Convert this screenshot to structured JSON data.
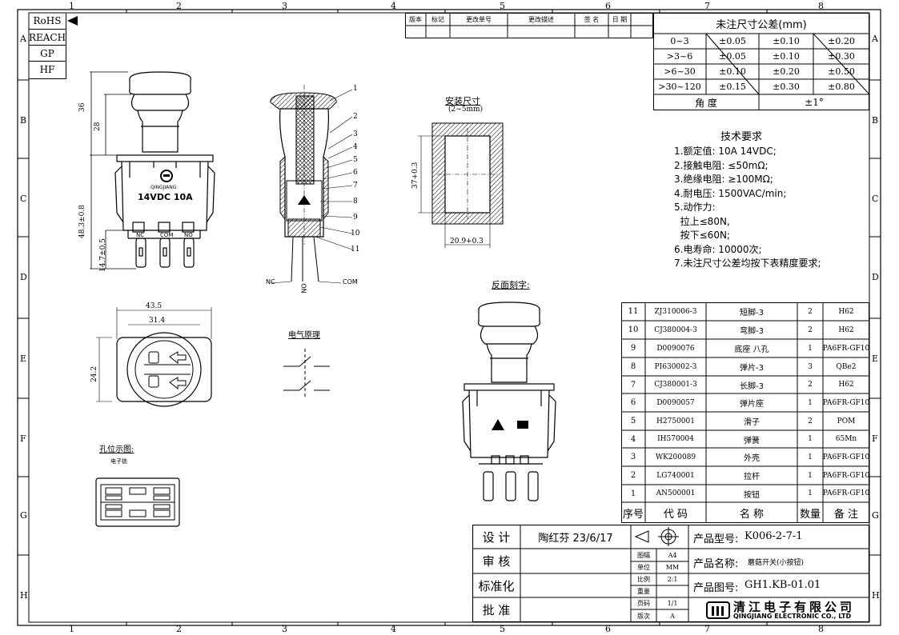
{
  "grid": {
    "cols": [
      "1",
      "2",
      "3",
      "4",
      "5",
      "6",
      "7",
      "8"
    ],
    "rows": [
      "A",
      "B",
      "C",
      "D",
      "E",
      "F",
      "G",
      "H"
    ]
  },
  "compliance": [
    "RoHS",
    "REACH",
    "GP",
    "HF"
  ],
  "revision_header": [
    "版本",
    "标记",
    "更改单号",
    "更改描述",
    "签 名",
    "日 期"
  ],
  "tolerance": {
    "title": "未注尺寸公差(mm)",
    "rows": [
      [
        "0~3",
        "±0.05",
        "±0.10",
        "±0.20"
      ],
      [
        ">3~6",
        "±0.05",
        "±0.10",
        "±0.30"
      ],
      [
        ">6~30",
        "±0.10",
        "±0.20",
        "±0.50"
      ],
      [
        ">30~120",
        "±0.15",
        "±0.30",
        "±0.80"
      ]
    ],
    "angle_label": "角 度",
    "angle_value": "±1°"
  },
  "tech": {
    "title": "技术要求",
    "lines": [
      "1.额定值: 10A 14VDC;",
      "2.接触电阻: ≤50mΩ;",
      "3.绝缘电阻: ≥100MΩ;",
      "4.耐电压: 1500VAC/min;",
      "5.动作力:",
      "  拉上≤80N,",
      "  按下≤60N;",
      "6.电寿命: 10000次;",
      "7.未注尺寸公差均按下表精度要求;"
    ]
  },
  "front_view": {
    "dim_36": "36",
    "dim_28": "28",
    "dim_48": "48.3±0.8",
    "dim_14": "14.7±0.5",
    "label_line1": "QINGJIANG",
    "label_line2": "14VDC 10A",
    "terminals": [
      "NC",
      "COM",
      "NO"
    ]
  },
  "section_view": {
    "callouts": [
      "1",
      "2",
      "3",
      "4",
      "5",
      "6",
      "7",
      "8",
      "9",
      "10",
      "11"
    ],
    "terminals": [
      "NC",
      "NO",
      "COM"
    ]
  },
  "mount": {
    "title": "安装尺寸",
    "subtitle": "(2~5mm)",
    "dim_h": "37+0.3",
    "dim_w": "20.9+0.3"
  },
  "bottom_view": {
    "dim_outer": "43.5",
    "dim_inner": "31.4",
    "dim_side": "24.2"
  },
  "schematic_title": "电气原理",
  "hole_title": "孔位示图:",
  "hole_sub": "电子锁",
  "reverse_title": "反面刻字:",
  "bom": {
    "rows": [
      [
        "11",
        "ZJ310006-3",
        "短脚-3",
        "2",
        "H62"
      ],
      [
        "10",
        "CJ380004-3",
        "弯脚-3",
        "2",
        "H62"
      ],
      [
        "9",
        "D0090076",
        "底座 八孔",
        "1",
        "PA6FR-GF10"
      ],
      [
        "8",
        "PI630002-3",
        "弹片-3",
        "3",
        "QBe2"
      ],
      [
        "7",
        "CJ380001-3",
        "长脚-3",
        "2",
        "H62"
      ],
      [
        "6",
        "D0090057",
        "弹片座",
        "1",
        "PA6FR-GF10"
      ],
      [
        "5",
        "H2750001",
        "滑子",
        "2",
        "POM"
      ],
      [
        "4",
        "IH570004",
        "弹簧",
        "1",
        "65Mn"
      ],
      [
        "3",
        "WK200089",
        "外壳",
        "1",
        "PA6FR-GF10"
      ],
      [
        "2",
        "LG740001",
        "拉杆",
        "1",
        "PA6FR-GF10"
      ],
      [
        "1",
        "AN500001",
        "按钮",
        "1",
        "PA6FR-GF10"
      ]
    ],
    "header": [
      "序号",
      "代 码",
      "名 称",
      "数量",
      "备 注"
    ]
  },
  "title_block": {
    "design_label": "设 计",
    "design_value": "陶红芬 23/6/17",
    "review_label": "审 核",
    "standard_label": "标准化",
    "approve_label": "批 准",
    "product_model_label": "产品型号:",
    "product_model_value": "K006-2-7-1",
    "product_name_label": "产品名称:",
    "product_name_value": "蘑菇开关(小按钮)",
    "drawing_no_label": "产品图号:",
    "drawing_no_value": "GH1.KB-01.01",
    "mini_labels": [
      "图幅",
      "单位",
      "比例",
      "重量",
      "页码",
      "版次"
    ],
    "mini_values": [
      "A4",
      "MM",
      "2:1",
      "",
      "1/1",
      "A"
    ],
    "company_cn": "清江电子有限公司",
    "company_en": "QINGJIANG ELECTRONIC CO., LTD"
  }
}
